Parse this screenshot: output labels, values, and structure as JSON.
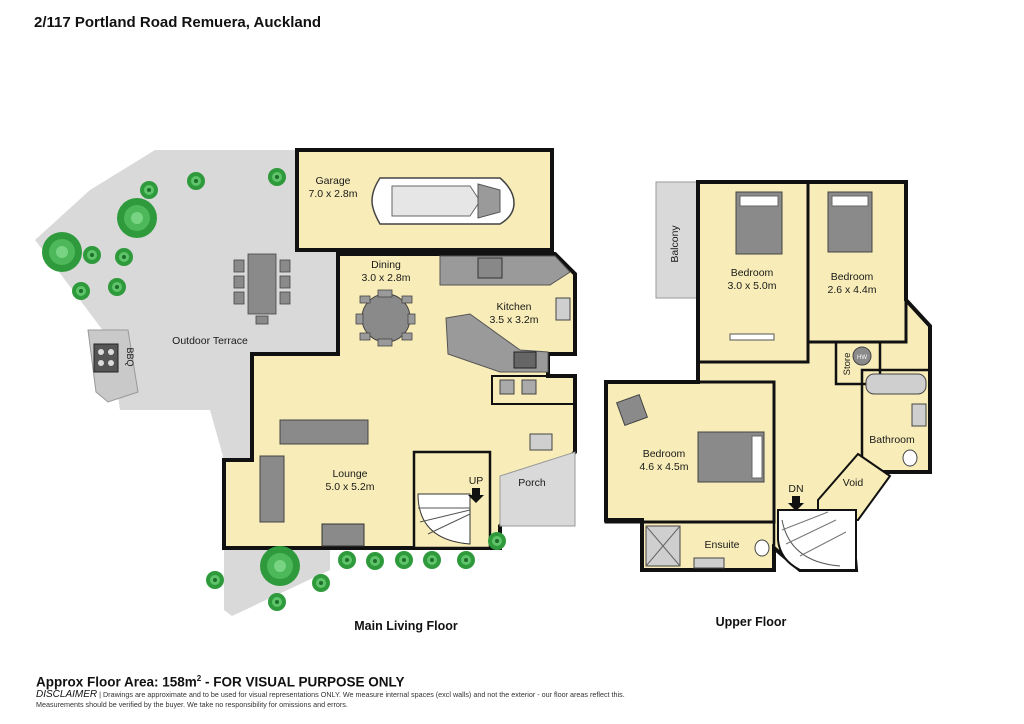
{
  "title": "2/117 Portland Road Remuera, Auckland",
  "floors": {
    "main": {
      "caption": "Main Living Floor",
      "rooms": {
        "garage": {
          "name": "Garage",
          "size": "7.0 x 2.8m"
        },
        "dining": {
          "name": "Dining",
          "size": "3.0 x 2.8m"
        },
        "kitchen": {
          "name": "Kitchen",
          "size": "3.5 x 3.2m"
        },
        "lounge": {
          "name": "Lounge",
          "size": "5.0 x 5.2m"
        },
        "outdoor": {
          "name": "Outdoor Terrace"
        },
        "porch": {
          "name": "Porch"
        },
        "bbq": {
          "name": "BBQ"
        },
        "stairs": {
          "name": "UP"
        }
      }
    },
    "upper": {
      "caption": "Upper  Floor",
      "rooms": {
        "bed1": {
          "name": "Bedroom",
          "size": "3.0 x 5.0m"
        },
        "bed2": {
          "name": "Bedroom",
          "size": "2.6 x 4.4m"
        },
        "bed3": {
          "name": "Bedroom",
          "size": "4.6 x 4.5m"
        },
        "balcony": {
          "name": "Balcony"
        },
        "store": {
          "name": "Store"
        },
        "hw": {
          "name": "HW"
        },
        "bathroom": {
          "name": "Bathroom"
        },
        "void": {
          "name": "Void"
        },
        "ensuite": {
          "name": "Ensuite"
        },
        "stairs": {
          "name": "DN"
        }
      }
    }
  },
  "footer": {
    "area_prefix": "Approx Floor Area: 158m",
    "area_sup": "2",
    "area_suffix": " - FOR VISUAL PURPOSE ONLY",
    "disclaimer_head": "DISCLAIMER",
    "disclaimer_text": " | Drawings are approximate and to be used for visual representations ONLY. We measure internal spaces (excl walls) and not the exterior - our floor areas reflect this. Measurements should be verified by the buyer. We take no responsibility for omissions and errors."
  },
  "colors": {
    "room": "#f8edb8",
    "terrace": "#d9d9d9",
    "wall": "#111111",
    "furniture": "#8a8a8a",
    "plant": "#2e9a3c"
  }
}
